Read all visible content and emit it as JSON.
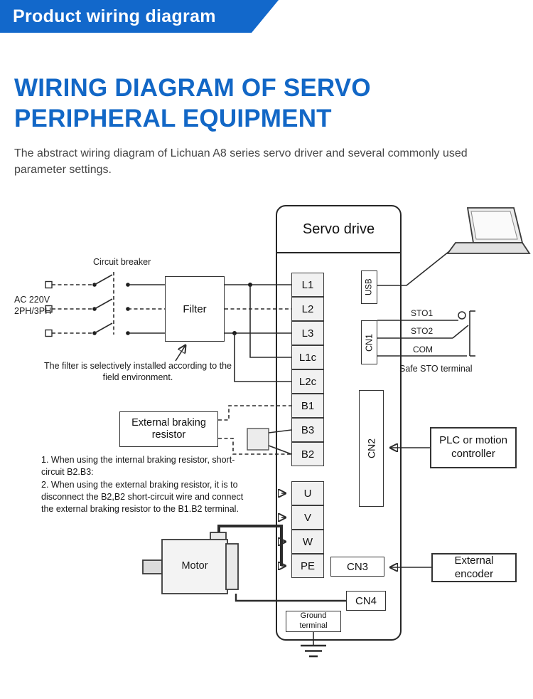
{
  "banner": {
    "title": "Product wiring diagram"
  },
  "heading": {
    "line1": "WIRING DIAGRAM OF SERVO",
    "line2": "PERIPHERAL EQUIPMENT"
  },
  "intro": "The abstract wiring diagram of Lichuan A8 series servo driver and several commonly used parameter settings.",
  "servo": {
    "title": "Servo drive",
    "terminals_power": [
      "L1",
      "L2",
      "L3",
      "L1c",
      "L2c",
      "B1",
      "B3",
      "B2"
    ],
    "terminals_motor": [
      "U",
      "V",
      "W",
      "PE"
    ],
    "connectors": {
      "usb": "USB",
      "cn1": "CN1",
      "cn2": "CN2",
      "cn3": "CN3",
      "cn4": "CN4"
    },
    "ground_terminal": {
      "line1": "Ground",
      "line2": "terminal"
    }
  },
  "left": {
    "circuit_breaker": "Circuit breaker",
    "ac_line1": "AC 220V",
    "ac_line2": "2PH/3PH",
    "filter": "Filter",
    "filter_note": "The filter is selectively installed according to the field environment.",
    "braking_resistor": {
      "line1": "External braking",
      "line2": "resistor"
    },
    "note1": "1. When using the internal braking resistor, short-circuit B2.B3:",
    "note2": "2. When using the external braking resistor, it is to disconnect the B2,B2 short-circuit wire and connect the external braking resistor to the B1.B2 terminal.",
    "motor": "Motor"
  },
  "right": {
    "sto1": "STO1",
    "sto2": "STO2",
    "com": "COM",
    "safe_sto": "Safe STO terminal",
    "plc": {
      "line1": "PLC or motion",
      "line2": "controller"
    },
    "encoder": {
      "line1": "External",
      "line2": "encoder"
    }
  },
  "colors": {
    "banner_blue": "#1268cb",
    "heading_blue": "#1267c6",
    "line_color": "#2b2b2b"
  }
}
